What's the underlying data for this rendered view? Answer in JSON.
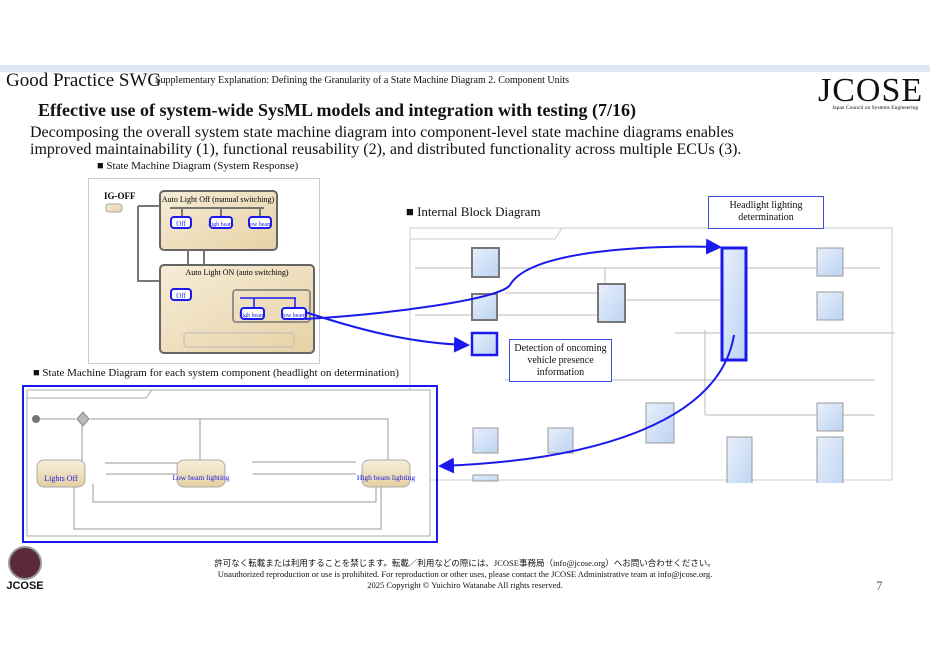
{
  "header": {
    "group": "Good Practice SWG",
    "subtitle": "Supplementary Explanation: Defining the Granularity of a State Machine Diagram 2. Component Units",
    "logo_text": "JCOSE",
    "logo_caption": "Japan Council on Systems Engineering"
  },
  "slide": {
    "title": "Effective use of system-wide SysML models and integration with testing (7/16)",
    "description_line1": "Decomposing the overall system state machine diagram into component-level state machine diagrams enables",
    "description_line2": "improved maintainability (1), functional reusability (2), and distributed functionality across multiple ECUs (3)."
  },
  "system_stm": {
    "heading": "■ State Machine Diagram (System Response)",
    "ig_off": "IG-OFF",
    "auto_off_title": "Auto Light Off (manual switching)",
    "auto_on_title": "Auto Light ON (auto switching)",
    "states_off": [
      "Off",
      "high beam",
      "low beam"
    ],
    "states_on": [
      "Off",
      "high beam",
      "low beam"
    ]
  },
  "ibd": {
    "heading": "■ Internal Block Diagram",
    "callout_headlight": "Headlight lighting determination",
    "callout_oncoming": "Detection of oncoming vehicle presence information"
  },
  "component_stm": {
    "heading": "■ State Machine Diagram for each system component (headlight on determination)",
    "states": [
      "Lights Off",
      "Low beam lighting",
      "High beam lighting"
    ]
  },
  "footer": {
    "line_jp": "許可なく転載または利用することを禁じます。転載／利用などの際には、JCOSE事務局（info@jcose.org）へお問い合わせください。",
    "line_en": "Unauthorized reproduction or use is prohibited.  For reproduction or other uses, please contact the JCOSE Administrative team at info@jcose.org.",
    "copyright": "2025 Copyright © Yuichiro Watanabe All rights reserved.",
    "page_number": "7",
    "logo_text": "JCOSE"
  },
  "colors": {
    "accent": "#1a1aee",
    "band": "#dfe6f3",
    "state_fill": "#f1e3c4",
    "block_fill": "#cfe0f7"
  }
}
